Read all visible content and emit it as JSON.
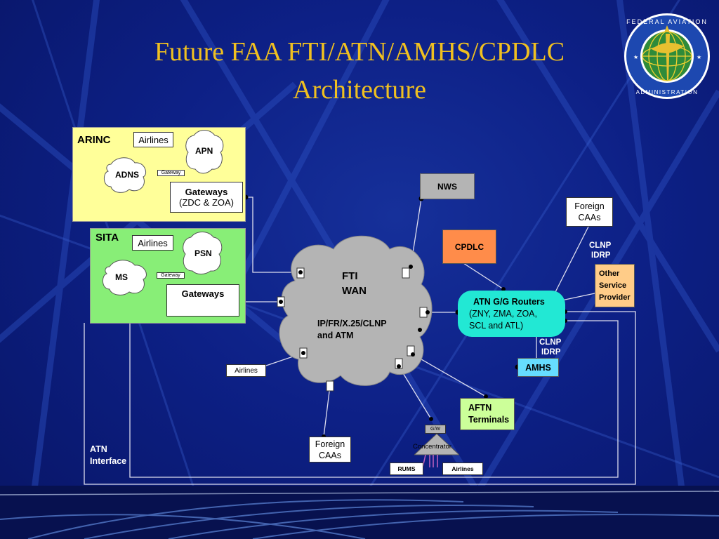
{
  "title": {
    "line1": "Future FAA FTI/ATN/AMHS/CPDLC",
    "line2": "Architecture"
  },
  "seal": {
    "ring_text": "FEDERAL AVIATION ADMINISTRATION"
  },
  "arinc": {
    "label": "ARINC",
    "airlines": "Airlines",
    "apn": "APN",
    "adns": "ADNS",
    "gateway_small": "Gateway",
    "gateways_line1": "Gateways",
    "gateways_line2": "(ZDC & ZOA)"
  },
  "sita": {
    "label": "SITA",
    "airlines": "Airlines",
    "psn": "PSN",
    "ms": "MS",
    "gateway_small": "Gateway",
    "gateways": "Gateways"
  },
  "fti": {
    "line1": "FTI",
    "line2": "WAN",
    "line3": "IP/FR/X.25/CLNP",
    "line4": "and ATM"
  },
  "nws": "NWS",
  "cpdlc": "CPDLC",
  "foreign_caas_top": {
    "line1": "Foreign",
    "line2": "CAAs"
  },
  "clnp_idrp_top": {
    "line1": "CLNP",
    "line2": "IDRP"
  },
  "other_service": {
    "line1": "Other",
    "line2": "Service",
    "line3": "Provider"
  },
  "atn_routers": {
    "line1": "ATN G/G Routers",
    "line2": "(ZNY, ZMA, ZOA,",
    "line3": "SCL and ATL)"
  },
  "clnp_idrp_bottom": {
    "line1": "CLNP",
    "line2": "IDRP"
  },
  "amhs": "AMHS",
  "airlines_left": "Airlines",
  "aftn": {
    "line1": "AFTN",
    "line2": "Terminals"
  },
  "gw": "G/W",
  "concentrator": "Concentrator",
  "rums": "RUMS",
  "airlines_bottom": "Airlines",
  "foreign_caas_bottom": {
    "line1": "Foreign",
    "line2": "CAAs"
  },
  "atn_interface": {
    "line1": "ATN",
    "line2": "Interface"
  },
  "colors": {
    "title": "#f0c020",
    "arinc_bg": "#ffff99",
    "sita_bg": "#88ee77",
    "cloud": "#b4b4b4",
    "cpdlc_bg": "#ff8c4a",
    "other_service_bg": "#ffcc88",
    "atn_routers_bg": "#22e8d4",
    "amhs_bg": "#66ddff",
    "aftn_bg": "#ccff99",
    "nws_bg": "#b4b4b4"
  }
}
